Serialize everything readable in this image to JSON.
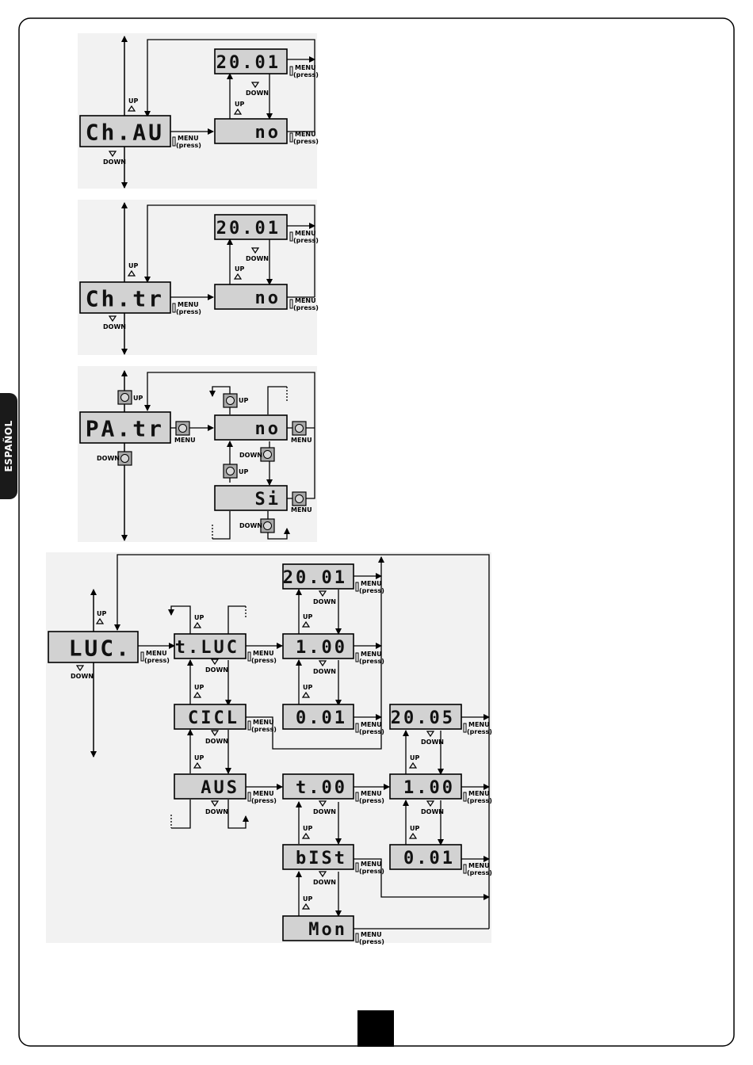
{
  "side_tab": {
    "label": "ESPAÑOL"
  },
  "labels": {
    "up": "UP",
    "down": "DOWN",
    "menu": "MENU",
    "press": "(press)"
  },
  "displays": {
    "chau": "Ch.AU",
    "chtr": "Ch.tr",
    "patr": "PA.tr",
    "luci": "LUC.",
    "no": "no",
    "si": "Si",
    "val_2001": "20.01",
    "tluc": "t.LUC",
    "ciclo": "CICL",
    "aus": "AUS",
    "v100": "1.00",
    "v001": "0.01",
    "tmp_2005": "20.05",
    "time": "t.00",
    "bist": "bISt",
    "mon": "Mon"
  }
}
